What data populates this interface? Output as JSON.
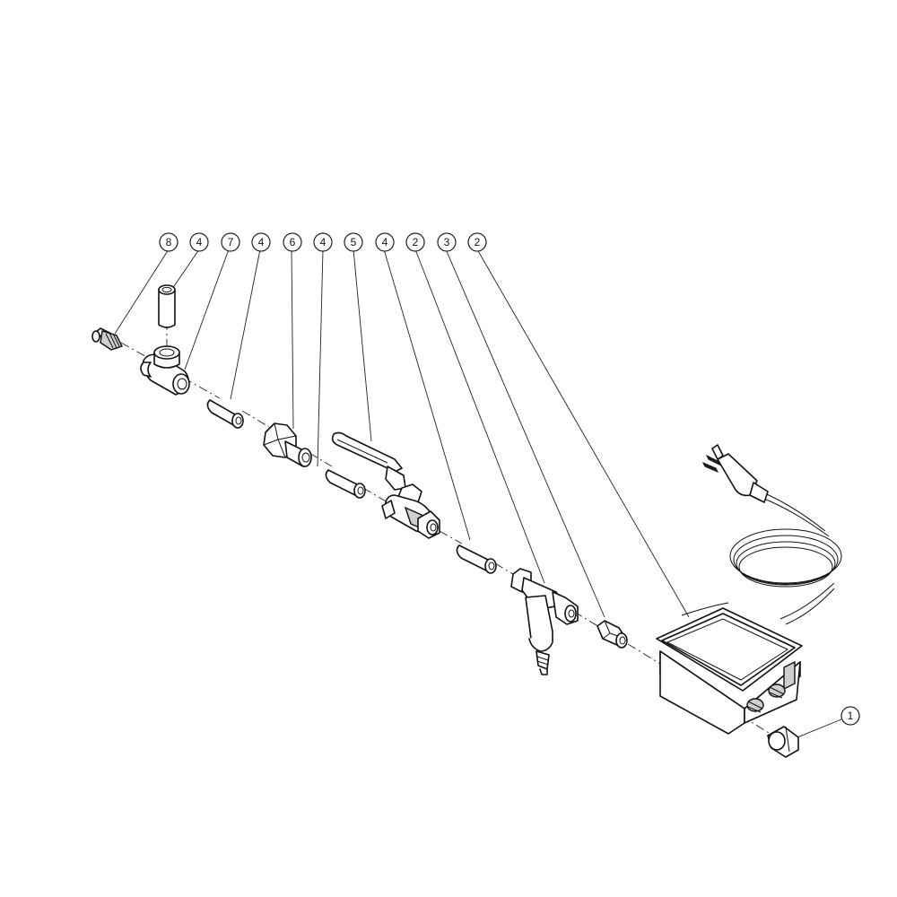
{
  "callouts": [
    {
      "id": "c8",
      "label": "8"
    },
    {
      "id": "c4a",
      "label": "4"
    },
    {
      "id": "c7",
      "label": "7"
    },
    {
      "id": "c4b",
      "label": "4"
    },
    {
      "id": "c6",
      "label": "6"
    },
    {
      "id": "c4c",
      "label": "4"
    },
    {
      "id": "c5",
      "label": "5"
    },
    {
      "id": "c4d",
      "label": "4"
    },
    {
      "id": "c2a",
      "label": "2"
    },
    {
      "id": "c3",
      "label": "3"
    },
    {
      "id": "c2b",
      "label": "2"
    },
    {
      "id": "c1",
      "label": "1"
    }
  ],
  "parts": [
    {
      "id": "adapter-fitting",
      "callout": "8"
    },
    {
      "id": "nipple",
      "callout": "4"
    },
    {
      "id": "tee-fitting",
      "callout": "7"
    },
    {
      "id": "hex-reducer",
      "callout": "6"
    },
    {
      "id": "ball-valve",
      "callout": "5"
    },
    {
      "id": "y-strainer",
      "callout": "2"
    },
    {
      "id": "coupling",
      "callout": "3"
    },
    {
      "id": "control-box",
      "callout": "2"
    },
    {
      "id": "cap",
      "callout": "1"
    }
  ]
}
